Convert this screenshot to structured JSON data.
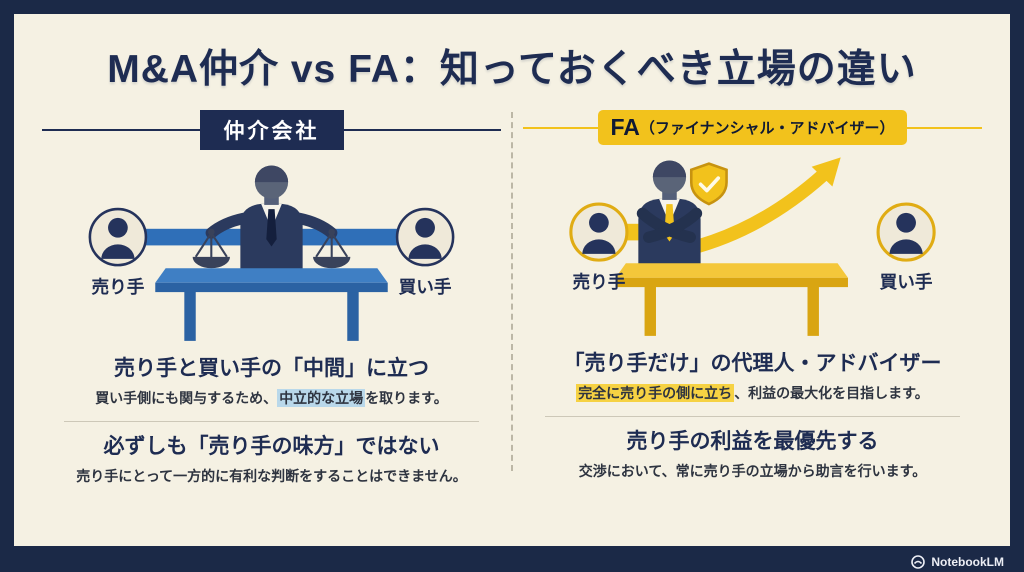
{
  "title": "M&A仲介 vs FA：知っておくべき立場の違い",
  "left": {
    "badge": "仲介会社",
    "seller": "売り手",
    "buyer": "買い手",
    "headline1": "売り手と買い手の「中間」に立つ",
    "sub1_pre": "買い手側にも関与するため、",
    "sub1_highlight": "中立的な立場",
    "sub1_post": "を取ります。",
    "headline2": "必ずしも「売り手の味方」ではない",
    "sub2": "売り手にとって一方的に有利な判断をすることはできません。"
  },
  "right": {
    "badge_main": "FA",
    "badge_sub": "（ファイナンシャル・アドバイザー）",
    "seller": "売り手",
    "buyer": "買い手",
    "headline1": "「売り手だけ」の代理人・アドバイザー",
    "sub1_highlight": "完全に売り手の側に立ち",
    "sub1_post": "、利益の最大化を目指します。",
    "headline2": "売り手の利益を最優先する",
    "sub2": "交渉において、常に売り手の立場から助言を行います。"
  },
  "footer": {
    "brand": "NotebookLM"
  },
  "colors": {
    "frame_navy": "#1b2947",
    "text_navy": "#1e2c52",
    "cream": "#f5f1e3",
    "gold": "#f2c21c",
    "gold_dark": "#d9a512",
    "blue": "#2f6fb8",
    "blue_dark": "#2b62a3",
    "highlight_blue": "#b9d8ea",
    "highlight_yellow": "#f6d243"
  }
}
